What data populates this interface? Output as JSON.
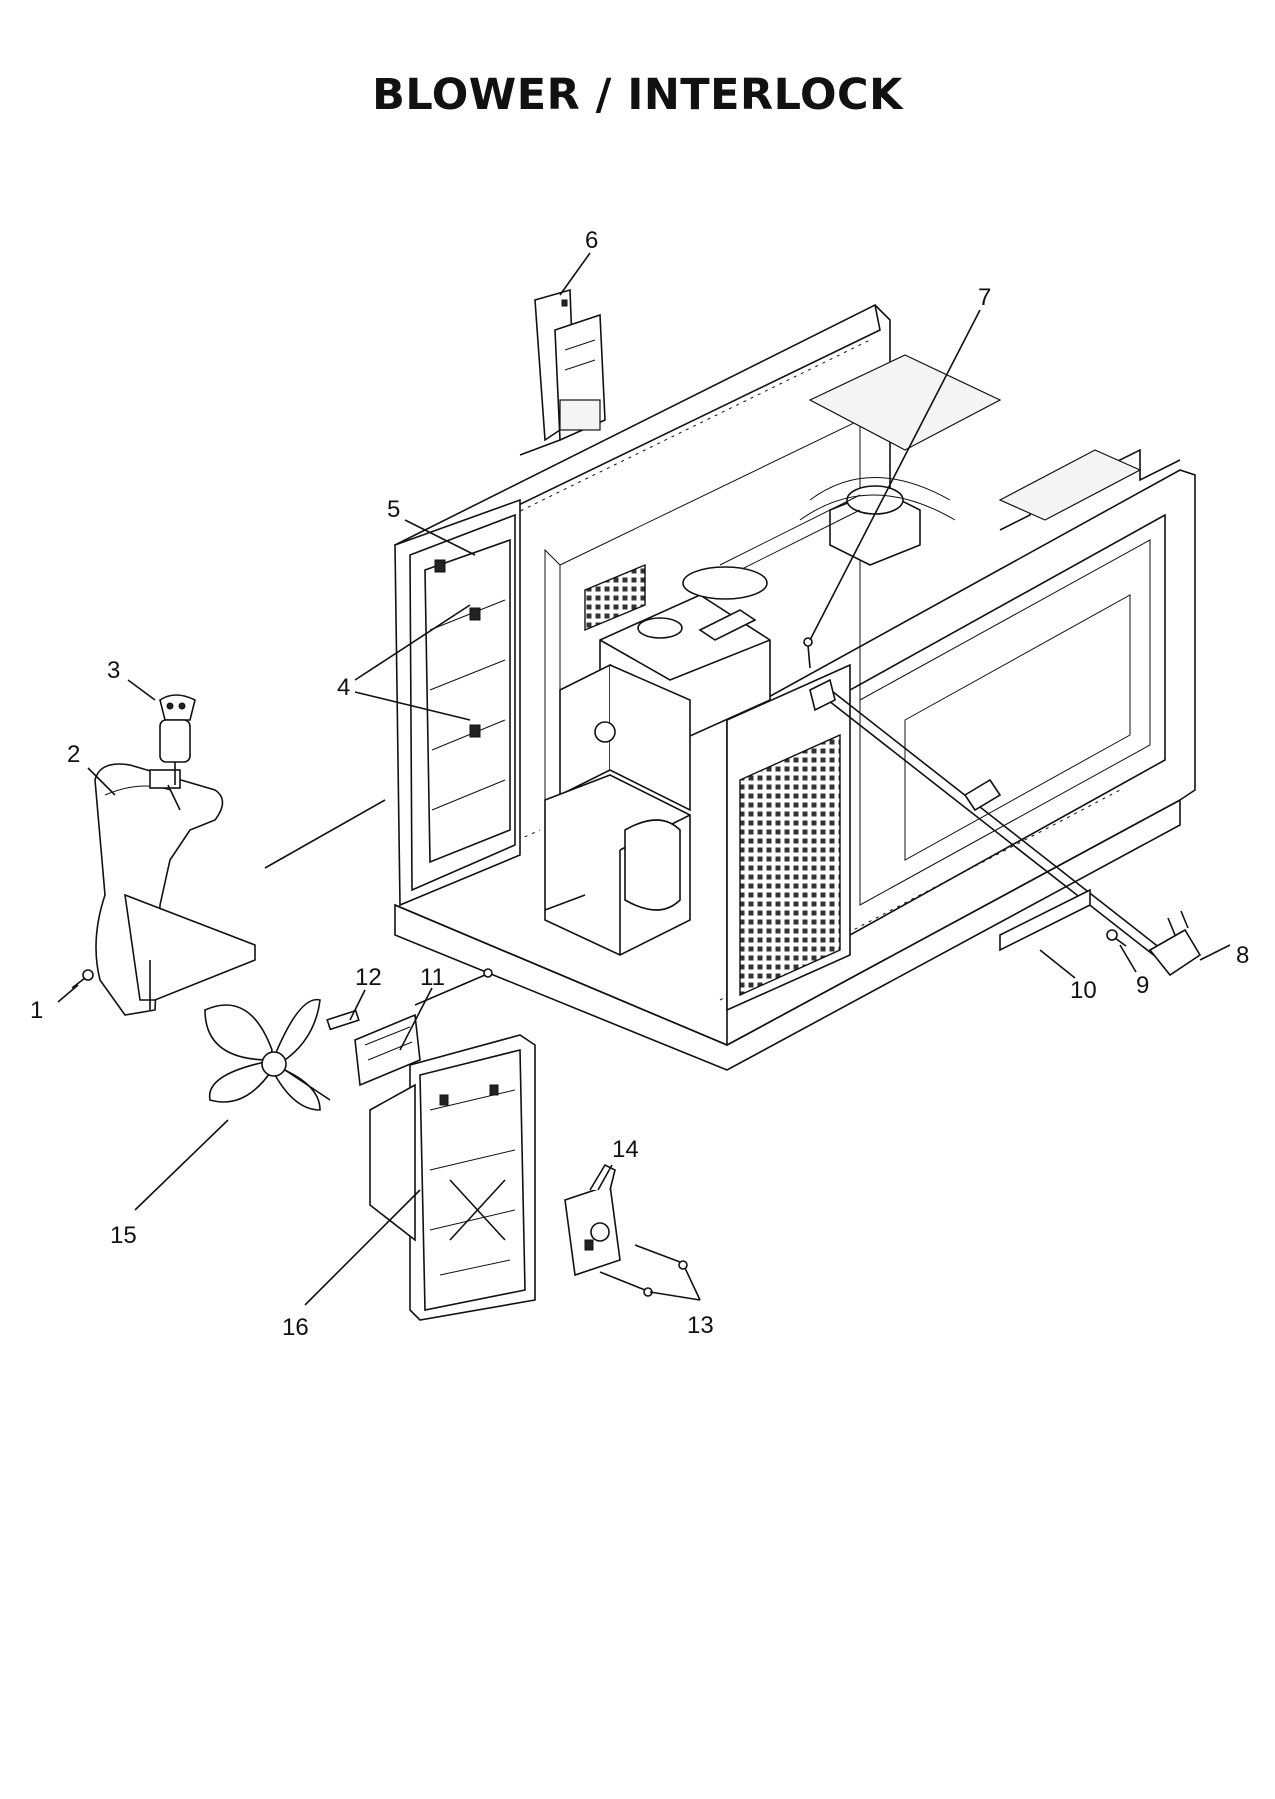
{
  "title": "BLOWER / INTERLOCK",
  "callouts": [
    "1",
    "2",
    "3",
    "4",
    "5",
    "6",
    "7",
    "8",
    "9",
    "10",
    "11",
    "12",
    "13",
    "14",
    "15",
    "16"
  ]
}
